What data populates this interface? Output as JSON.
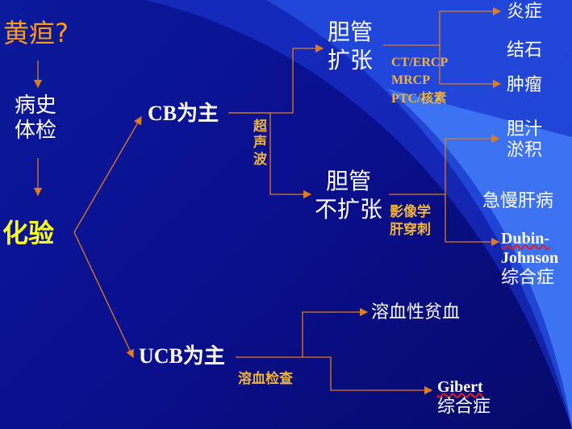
{
  "colors": {
    "background": "#0a1590",
    "arc": "#3a73ff",
    "title": "#ff9a1a",
    "lab": "#ffff20",
    "edge": "#e07a20",
    "label_text": "#f0b43c",
    "node_text": "#ffffff"
  },
  "nodes": {
    "title": "黄疸?",
    "history": [
      "病史",
      "体检"
    ],
    "lab": "化验",
    "cb": "CB为主",
    "ucb": "UCB为主",
    "duct_dilated": [
      "胆管",
      "扩张"
    ],
    "duct_not_dilated": [
      "胆管",
      "不扩张"
    ],
    "inflammation": "炎症",
    "stone": "结石",
    "tumor": "肿瘤",
    "cholestasis": [
      "胆汁",
      "淤积"
    ],
    "hepatitis": "急慢肝病",
    "dubin": [
      "Dubin-",
      "Johnson",
      "综合症"
    ],
    "hemolytic_anemia": "溶血性贫血",
    "gilbert": [
      "Gibert",
      "综合症"
    ]
  },
  "edge_labels": {
    "ultrasound": [
      "超",
      "声",
      "波"
    ],
    "ct": [
      "CT/ERCP",
      "MRCP",
      "PTC/核素"
    ],
    "imaging": [
      "影像学",
      "肝穿刺"
    ],
    "hemolysis": "溶血检查"
  }
}
